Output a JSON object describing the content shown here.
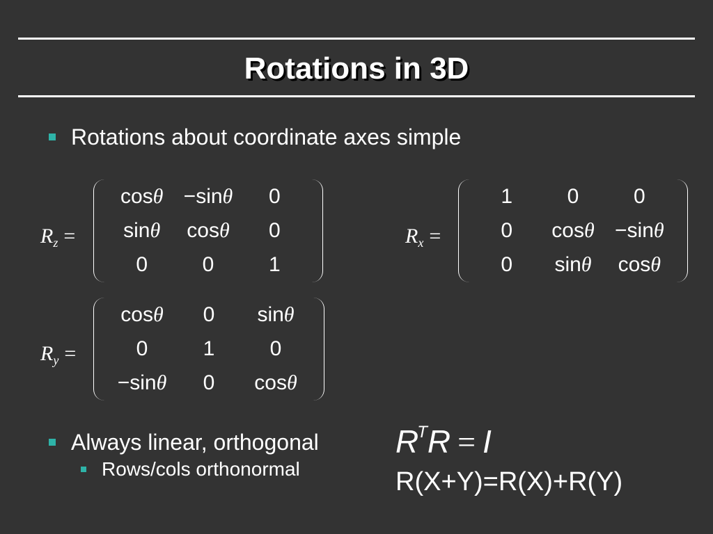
{
  "slide": {
    "title": "Rotations in 3D",
    "bullets": [
      {
        "text": "Rotations about coordinate axes simple"
      },
      {
        "text": "Always linear, orthogonal",
        "sub": [
          "Rows/cols orthonormal"
        ]
      }
    ],
    "accent_color": "#2eb3a8",
    "background_color": "#333333"
  },
  "matrices": {
    "rz": {
      "symbol": "R",
      "subscript": "z",
      "equals": "=",
      "rows": [
        [
          {
            "t": "cos",
            "th": "θ"
          },
          {
            "t": "−sin",
            "th": "θ"
          },
          {
            "t": "0",
            "th": ""
          }
        ],
        [
          {
            "t": "sin",
            "th": "θ"
          },
          {
            "t": "cos",
            "th": "θ"
          },
          {
            "t": "0",
            "th": ""
          }
        ],
        [
          {
            "t": "0",
            "th": ""
          },
          {
            "t": "0",
            "th": ""
          },
          {
            "t": "1",
            "th": ""
          }
        ]
      ]
    },
    "rx": {
      "symbol": "R",
      "subscript": "x",
      "equals": "=",
      "rows": [
        [
          {
            "t": "1",
            "th": ""
          },
          {
            "t": "0",
            "th": ""
          },
          {
            "t": "0",
            "th": ""
          }
        ],
        [
          {
            "t": "0",
            "th": ""
          },
          {
            "t": "cos",
            "th": "θ"
          },
          {
            "t": "−sin",
            "th": "θ"
          }
        ],
        [
          {
            "t": "0",
            "th": ""
          },
          {
            "t": "sin",
            "th": "θ"
          },
          {
            "t": "cos",
            "th": "θ"
          }
        ]
      ]
    },
    "ry": {
      "symbol": "R",
      "subscript": "y",
      "equals": "=",
      "rows": [
        [
          {
            "t": "cos",
            "th": "θ"
          },
          {
            "t": "0",
            "th": ""
          },
          {
            "t": "sin",
            "th": "θ"
          }
        ],
        [
          {
            "t": "0",
            "th": ""
          },
          {
            "t": "1",
            "th": ""
          },
          {
            "t": "0",
            "th": ""
          }
        ],
        [
          {
            "t": "−sin",
            "th": "θ"
          },
          {
            "t": "0",
            "th": ""
          },
          {
            "t": "cos",
            "th": "θ"
          }
        ]
      ]
    }
  },
  "equations": {
    "orthogonal": {
      "base": "R",
      "sup": "T",
      "mid": "R",
      "equals": "=",
      "rhs": "I"
    },
    "linearity": "R(X+Y)=R(X)+R(Y)"
  }
}
